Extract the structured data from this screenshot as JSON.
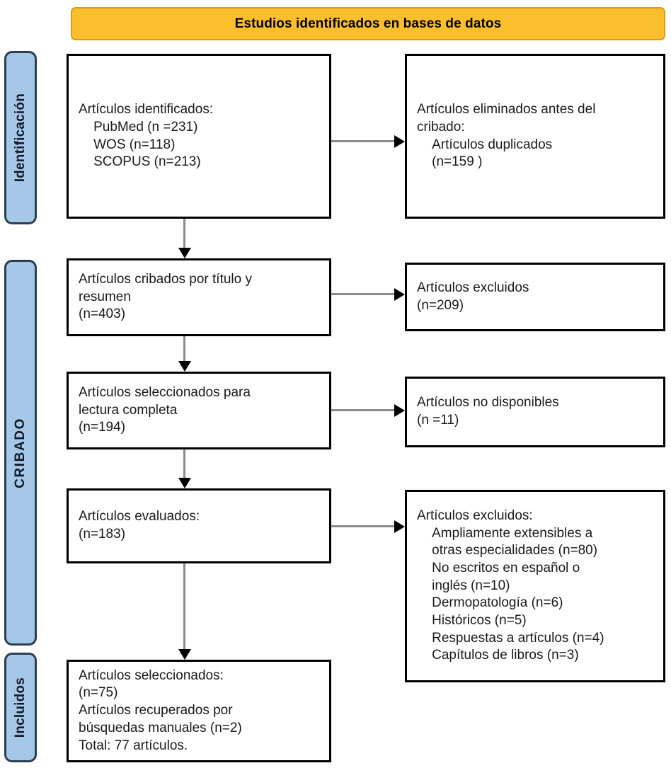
{
  "banner": {
    "title": "Estudios identificados en bases de datos"
  },
  "stages": [
    {
      "id": "identificacion",
      "label": "Identificación"
    },
    {
      "id": "cribado",
      "label": "CRIBADO"
    },
    {
      "id": "incluidos",
      "label": "Incluidos"
    }
  ],
  "boxes": {
    "identified": "Artículos identificados:\n    PubMed (n =231)\n    WOS (n=118)\n    SCOPUS (n=213)",
    "removed": "Artículos eliminados antes del\ncribado:\n    Artículos duplicados\n    (n=159 )",
    "screened": "Artículos cribados por título y\nresumen\n(n=403)",
    "excluded_1": "Artículos excluidos\n(n=209)",
    "fulltext": "Artículos seleccionados para\nlectura completa\n(n=194)",
    "unavailable": "Artículos no disponibles\n(n =11)",
    "assessed": "Artículos evaluados:\n(n=183)",
    "excluded_2": "Artículos excluidos:\n    Ampliamente extensibles a\n    otras especialidades (n=80)\n    No escritos en español o\n    inglés (n=10)\n    Dermopatología (n=6)\n    Históricos (n=5)\n    Respuestas a artículos (n=4)\n    Capítulos de libros (n=3)",
    "included": "Artículos seleccionados:\n(n=75)\nArtículos recuperados por\nbúsquedas manuales (n=2)\nTotal: 77 artículos."
  },
  "counts": {
    "pubmed": 231,
    "wos": 118,
    "scopus": 213,
    "duplicates_removed": 159,
    "screened": 403,
    "excluded_screening": 209,
    "fulltext_sought": 194,
    "not_available": 11,
    "assessed": 183,
    "excluded_broadly_other_specialties": 80,
    "excluded_not_spanish_english": 10,
    "excluded_dermatopathology": 6,
    "excluded_historical": 5,
    "excluded_replies": 4,
    "excluded_book_chapters": 3,
    "included_selected": 75,
    "included_manual_search": 2,
    "included_total": 77
  },
  "colors": {
    "banner_fill": "#fbbf2e",
    "banner_border": "#d79b1e",
    "stage_fill": "#a6c8e8",
    "stage_border": "#2c3e50",
    "box_border": "#000000",
    "connector": "#8c8c8c",
    "arrowhead": "#000000"
  }
}
